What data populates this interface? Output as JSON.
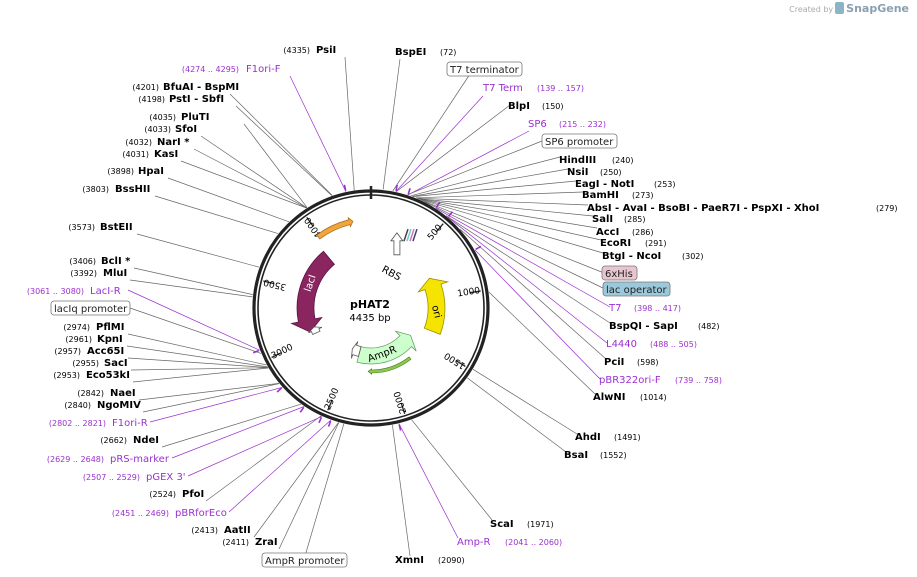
{
  "credit": {
    "prefix": "Created by",
    "brand": "SnapGene"
  },
  "plasmid": {
    "name": "pHAT2",
    "size": "4435 bp",
    "length": 4435
  },
  "ring_ticks": [
    "500",
    "1000",
    "1500",
    "2000",
    "2500",
    "3000",
    "3500",
    "4000"
  ],
  "colors": {
    "backbone": "#222222",
    "enzyme": "#000000",
    "primer": "#9b30d0",
    "lacI": "#8b2560",
    "ori": "#f5e400",
    "AmpR": "#ccffcc",
    "F1ori": "#f0a63a",
    "6xHis": "#e8c6d0",
    "lac_operator": "#9cc8dc"
  },
  "features": [
    {
      "label": "lacI",
      "start": 3061,
      "end": 3943
    },
    {
      "label": "ori",
      "start": 777,
      "end": 1365
    },
    {
      "label": "AmpR",
      "start": 1536,
      "end": 2396
    },
    {
      "label": "",
      "start": 3985,
      "end": 4290
    },
    {
      "label": "RBS",
      "start": 297,
      "end": 306
    },
    {
      "label": "",
      "start": 2396,
      "end": 3021
    }
  ],
  "enzymes": [
    {
      "name": "PsiI",
      "pos": "(4335)"
    },
    {
      "name": "BspEI",
      "pos": "(72)"
    },
    {
      "name": "BfuAI  - BspMI",
      "pos": "(4201)"
    },
    {
      "name": "PstI  - SbfI",
      "pos": "(4198)"
    },
    {
      "name": "PluTI",
      "pos": "(4035)"
    },
    {
      "name": "SfoI",
      "pos": "(4033)"
    },
    {
      "name": "NarI *",
      "pos": "(4032)"
    },
    {
      "name": "KasI",
      "pos": "(4031)"
    },
    {
      "name": "HpaI",
      "pos": "(3898)"
    },
    {
      "name": "BssHII",
      "pos": "(3803)"
    },
    {
      "name": "BstEII",
      "pos": "(3573)"
    },
    {
      "name": "BclI *",
      "pos": "(3406)"
    },
    {
      "name": "MluI",
      "pos": "(3392)"
    },
    {
      "name": "PflMI",
      "pos": "(2974)"
    },
    {
      "name": "KpnI",
      "pos": "(2961)"
    },
    {
      "name": "Acc65I",
      "pos": "(2957)"
    },
    {
      "name": "SacI",
      "pos": "(2955)"
    },
    {
      "name": "Eco53kI",
      "pos": "(2953)"
    },
    {
      "name": "NaeI",
      "pos": "(2842)"
    },
    {
      "name": "NgoMIV",
      "pos": "(2840)"
    },
    {
      "name": "NdeI",
      "pos": "(2662)"
    },
    {
      "name": "PfoI",
      "pos": "(2524)"
    },
    {
      "name": "AatII",
      "pos": "(2413)"
    },
    {
      "name": "ZraI",
      "pos": "(2411)"
    },
    {
      "name": "XmnI",
      "pos": "(2090)"
    },
    {
      "name": "ScaI",
      "pos": "(1971)"
    },
    {
      "name": "BsaI",
      "pos": "(1552)"
    },
    {
      "name": "AhdI",
      "pos": "(1491)"
    },
    {
      "name": "AlwNI",
      "pos": "(1014)"
    },
    {
      "name": "PciI",
      "pos": "(598)"
    },
    {
      "name": "BspQI  - SapI",
      "pos": "(482)"
    },
    {
      "name": "BtgI  - NcoI",
      "pos": "(302)"
    },
    {
      "name": "EcoRI",
      "pos": "(291)"
    },
    {
      "name": "AccI",
      "pos": "(286)"
    },
    {
      "name": "SalI",
      "pos": "(285)"
    },
    {
      "name": "AbsI  - AvaI  - BsoBI  - PaeR7I  - PspXI  - XhoI",
      "pos": "(279)"
    },
    {
      "name": "BamHI",
      "pos": "(273)"
    },
    {
      "name": "EagI  - NotI",
      "pos": "(253)"
    },
    {
      "name": "NsiI",
      "pos": "(250)"
    },
    {
      "name": "HindIII",
      "pos": "(240)"
    },
    {
      "name": "BlpI",
      "pos": "(150)"
    }
  ],
  "primers": [
    {
      "name": "F1ori-F",
      "range": "(4274 .. 4295)"
    },
    {
      "name": "T7 Term",
      "range": "(139 .. 157)"
    },
    {
      "name": "SP6",
      "range": "(215 .. 232)"
    },
    {
      "name": "T7",
      "range": "(398 .. 417)"
    },
    {
      "name": "L4440",
      "range": "(488 .. 505)"
    },
    {
      "name": "pBR322ori-F",
      "range": "(739 .. 758)"
    },
    {
      "name": "Amp-R",
      "range": "(2041 .. 2060)"
    },
    {
      "name": "pBRforEco",
      "range": "(2451 .. 2469)"
    },
    {
      "name": "pGEX 3'",
      "range": "(2507 .. 2529)"
    },
    {
      "name": "pRS-marker",
      "range": "(2629 .. 2648)"
    },
    {
      "name": "F1ori-R",
      "range": "(2802 .. 2821)"
    },
    {
      "name": "LacI-R",
      "range": "(3061 .. 3080)"
    }
  ],
  "boxed": [
    {
      "name": "T7 terminator"
    },
    {
      "name": "SP6 promoter"
    },
    {
      "name": "6xHis"
    },
    {
      "name": "lac operator"
    },
    {
      "name": "lacIq promoter"
    },
    {
      "name": "AmpR promoter"
    }
  ]
}
